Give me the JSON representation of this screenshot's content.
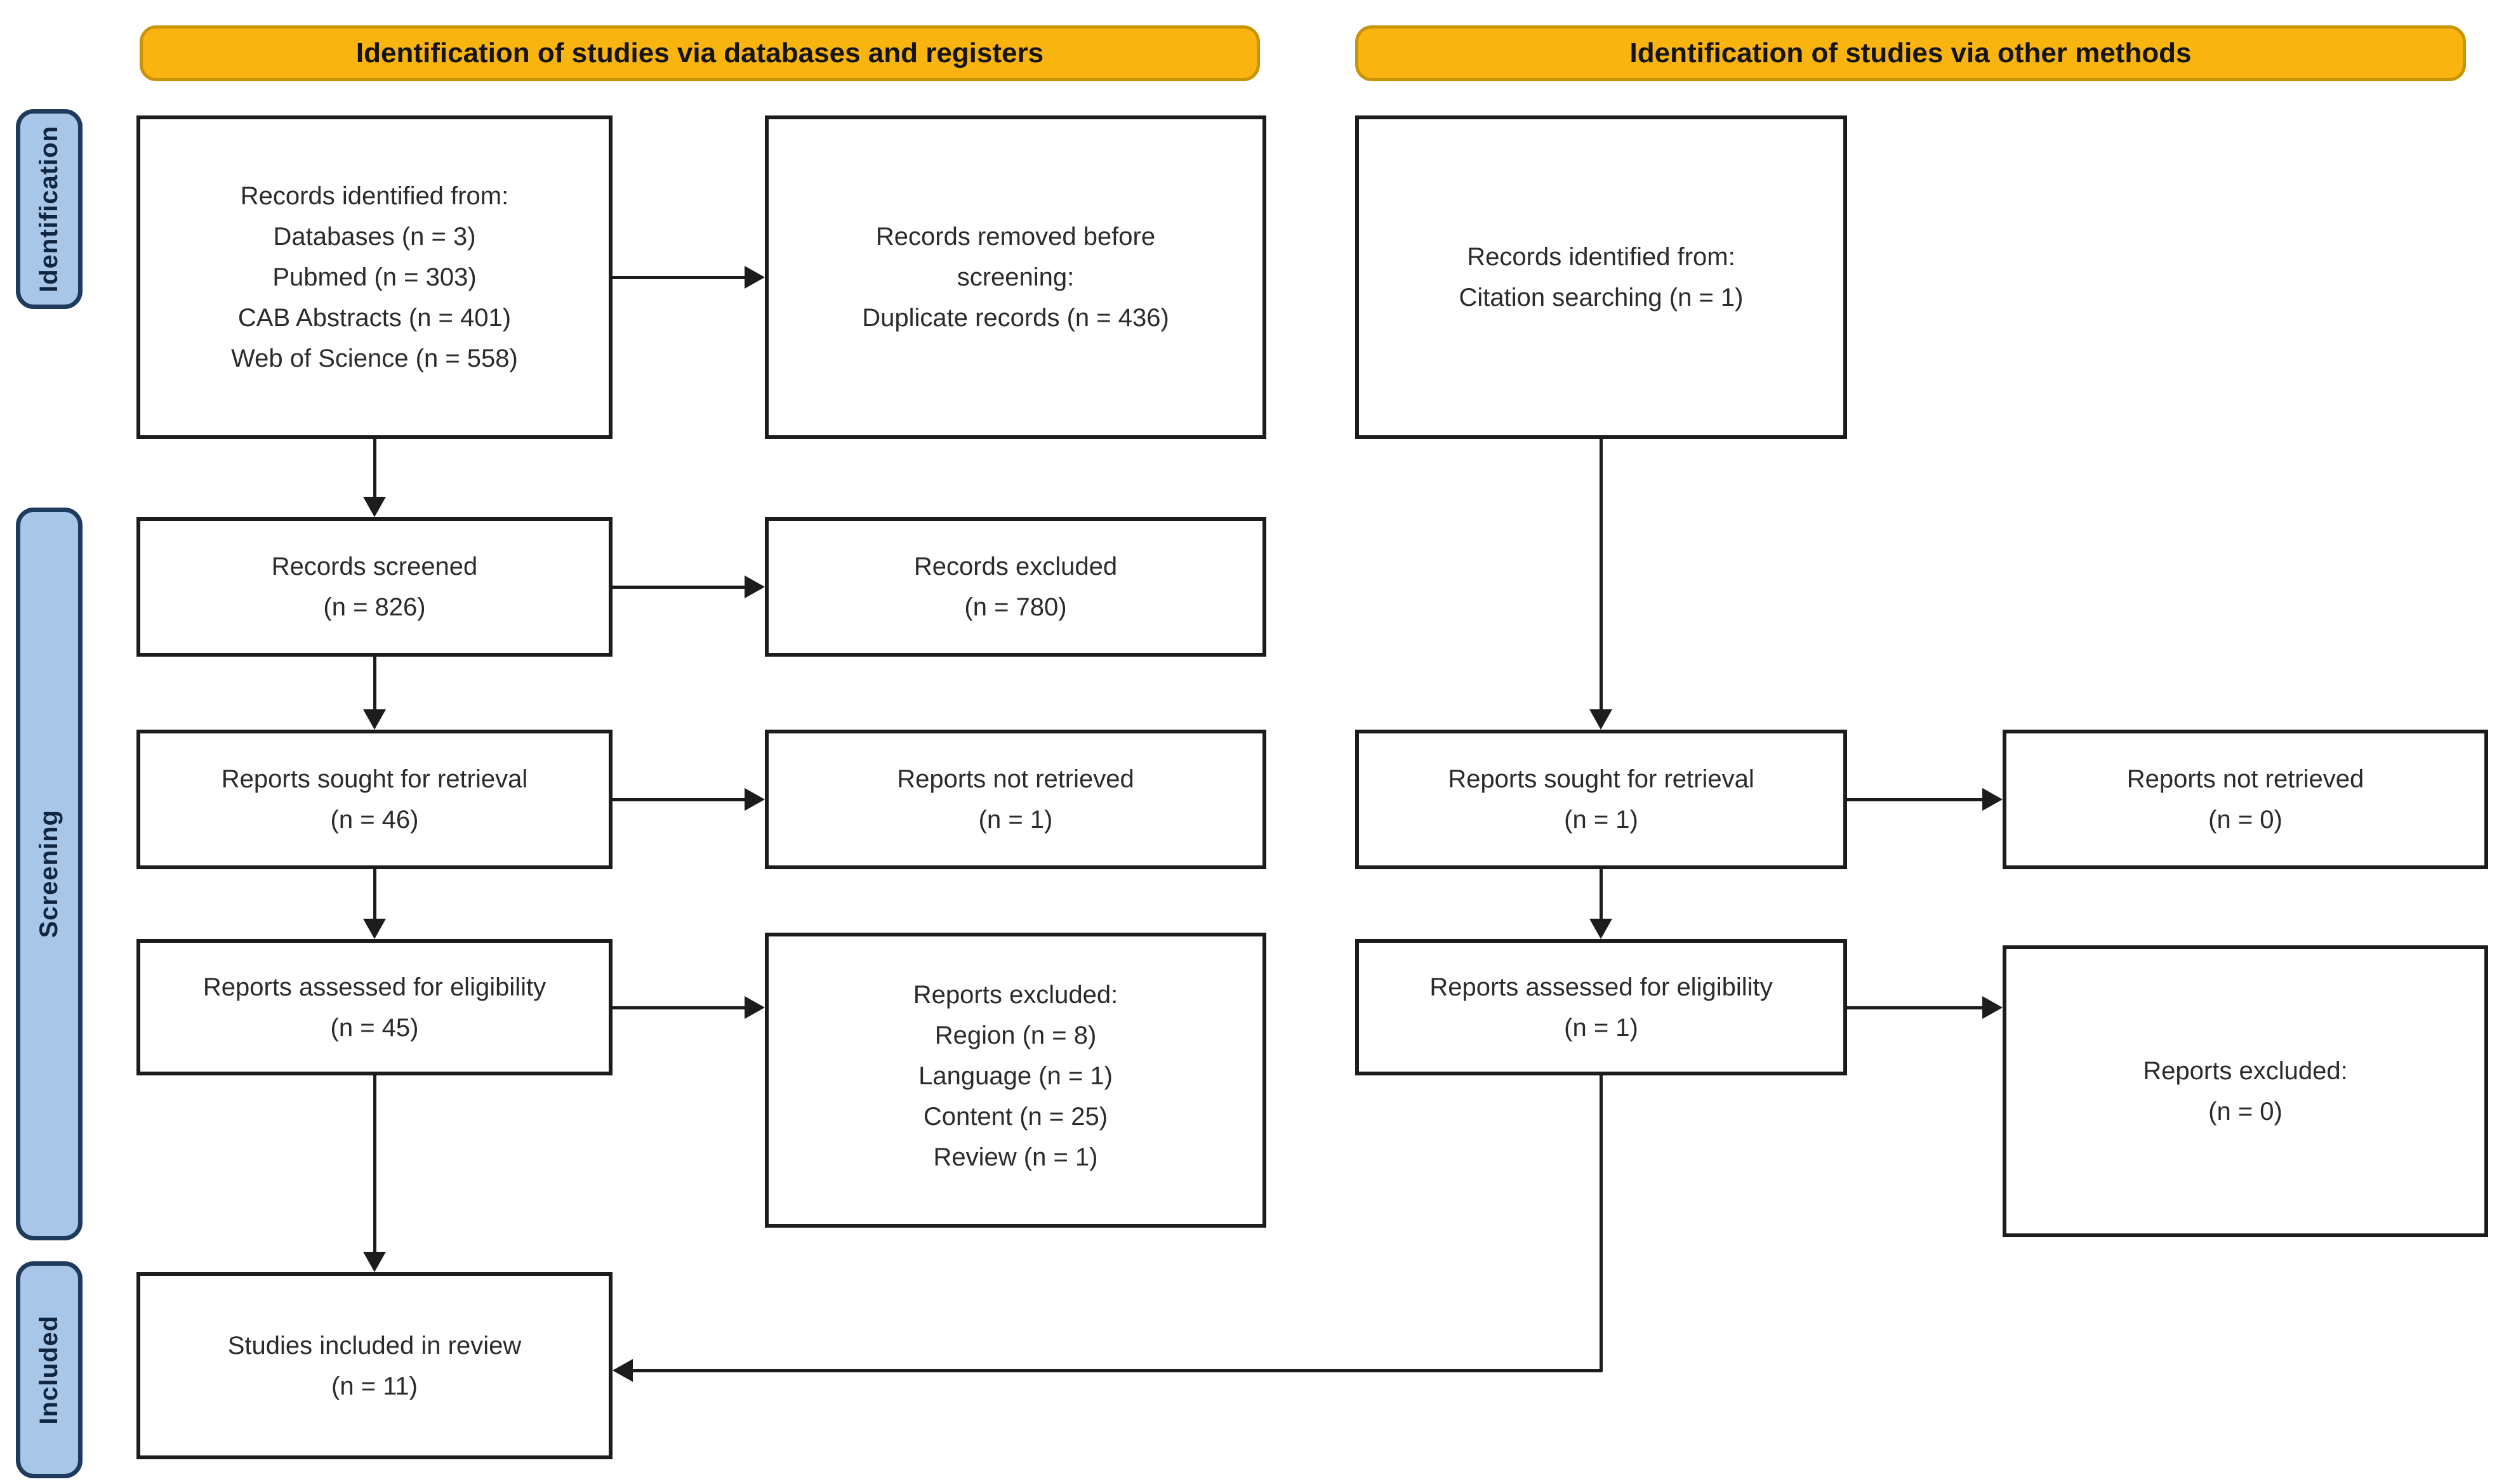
{
  "headers": {
    "left": "Identification of studies via databases and registers",
    "right": "Identification of studies via other methods"
  },
  "stages": [
    "Identification",
    "Screening",
    "Included"
  ],
  "boxes": {
    "db_identified": {
      "lines": [
        "Records identified from:",
        "Databases (n = 3)",
        "Pubmed (n = 303)",
        "CAB Abstracts (n = 401)",
        "Web of Science (n = 558)"
      ]
    },
    "removed_before_screening": {
      "lines": [
        "Records removed before",
        "screening:",
        "Duplicate records (n = 436)"
      ]
    },
    "records_screened": {
      "lines": [
        "Records screened",
        "(n = 826)"
      ]
    },
    "records_excluded": {
      "lines": [
        "Records excluded",
        "(n = 780)"
      ]
    },
    "reports_sought_db": {
      "lines": [
        "Reports sought for retrieval",
        "(n = 46)"
      ]
    },
    "reports_not_retrieved_db": {
      "lines": [
        "Reports not retrieved",
        "(n = 1)"
      ]
    },
    "reports_assessed_db": {
      "lines": [
        "Reports assessed for eligibility",
        "(n = 45)"
      ]
    },
    "reports_excluded_db": {
      "lines": [
        "Reports excluded:",
        "Region (n = 8)",
        "Language (n = 1)",
        "Content (n = 25)",
        "Review (n = 1)"
      ]
    },
    "studies_included": {
      "lines": [
        "Studies included in review",
        "(n = 11)"
      ]
    },
    "other_identified": {
      "lines": [
        "Records identified from:",
        "Citation searching (n = 1)"
      ]
    },
    "reports_sought_other": {
      "lines": [
        "Reports sought for retrieval",
        "(n = 1)"
      ]
    },
    "reports_not_retrieved_other": {
      "lines": [
        "Reports not retrieved",
        "(n = 0)"
      ]
    },
    "reports_assessed_other": {
      "lines": [
        "Reports assessed for eligibility",
        "(n = 1)"
      ]
    },
    "reports_excluded_other": {
      "lines": [
        "Reports excluded:",
        "(n = 0)"
      ]
    }
  },
  "colors": {
    "banner-fill": "#F9B410",
    "banner-border": "#C9930A",
    "stage-fill": "#A8C6E8",
    "stage-border": "#1E3A5C",
    "stage-text": "#0F2540",
    "box-border": "#1C1C1C",
    "box-fill": "#FFFFFF",
    "text": "#2B2B2B",
    "arrow": "#1C1C1C",
    "banner-text": "#141414"
  }
}
